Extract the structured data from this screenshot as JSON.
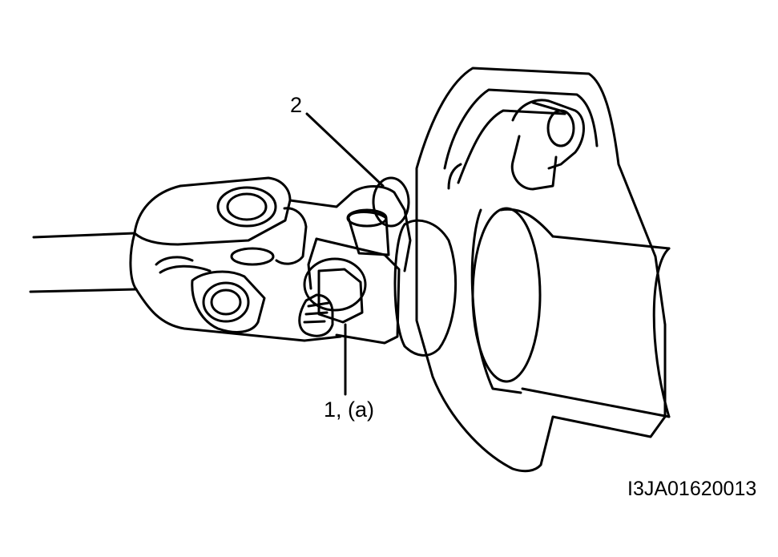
{
  "callouts": {
    "item_1": "1, (a)",
    "item_2": "2"
  },
  "figure_code": "I3JA01620013",
  "colors": {
    "line": "#000000",
    "background": "#ffffff"
  },
  "icons": [
    "universal-joint-drawing",
    "joint-bolt-icon",
    "steering-column-drawing"
  ]
}
